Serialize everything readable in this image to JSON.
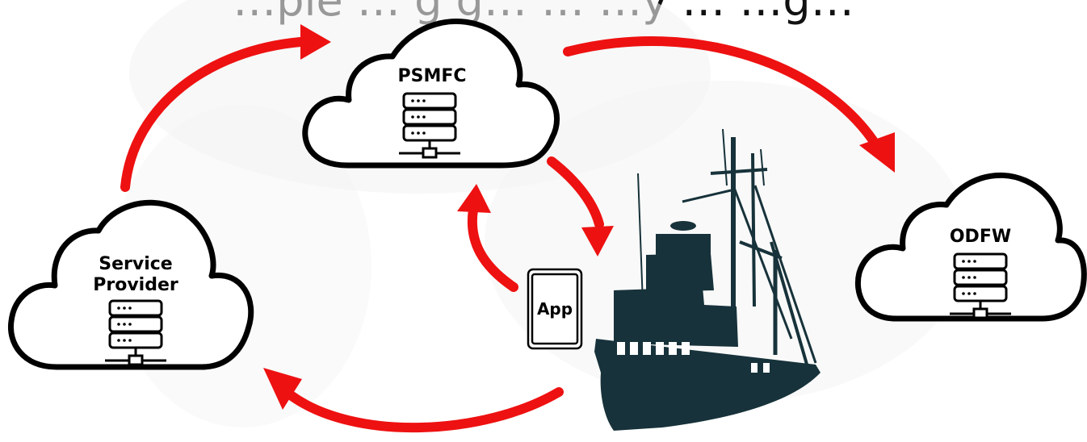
{
  "title": "…ple … g g… … …y … …g…",
  "nodes": {
    "service_provider": {
      "label_line1": "Service",
      "label_line2": "Provider"
    },
    "psmfc": {
      "label": "PSMFC"
    },
    "odfw": {
      "label": "ODFW"
    },
    "app": {
      "label": "App"
    }
  },
  "icons": {
    "server": "server-stack-icon",
    "vessel": "fishing-vessel-icon",
    "tablet": "tablet-icon"
  },
  "colors": {
    "arrow": "#ee1111",
    "vessel": "#17323a",
    "outline": "#000000",
    "watermark": "#f3f3f3"
  }
}
